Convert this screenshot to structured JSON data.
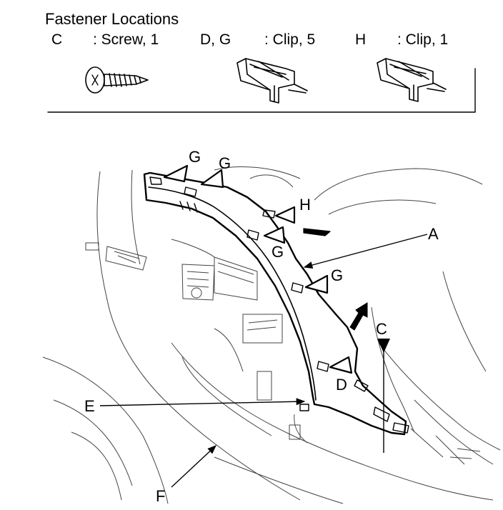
{
  "legend": {
    "title": "Fastener Locations",
    "items": [
      {
        "code": "C",
        "description": ": Screw, 1",
        "icon": "screw-icon"
      },
      {
        "code": "D, G",
        "description": ": Clip, 5",
        "icon": "clip-icon"
      },
      {
        "code": "H",
        "description": ": Clip, 1",
        "icon": "clip-icon"
      }
    ]
  },
  "callouts": {
    "A": "A",
    "C": "C",
    "D": "D",
    "E": "E",
    "F": "F",
    "G1": "G",
    "G2": "G",
    "G3": "G",
    "G4": "G",
    "H": "H"
  },
  "colors": {
    "line": "#000000",
    "background": "#ffffff"
  }
}
